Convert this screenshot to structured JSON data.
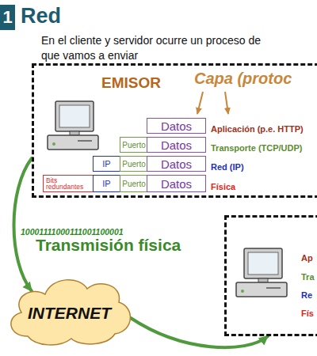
{
  "diagram": {
    "title": "Red",
    "nodes": [
      {
        "text": [
          "1"
        ]
      },
      {
        "text": [
          "EMISOR",
          "Capa (protoc",
          "Aplicación (p.e. HTTP)",
          "Transporte (TCP/UDP)",
          "Red (IP)",
          "Física"
        ]
      },
      {
        "text": [
          "Datos"
        ],
        "in": 1
      },
      {
        "text": [
          "Puerto"
        ],
        "in": 1
      },
      {
        "text": [
          "Datos"
        ],
        "in": 1
      },
      {
        "text": [
          "IP"
        ],
        "in": 1
      },
      {
        "text": [
          "Puerto"
        ],
        "in": 1
      },
      {
        "text": [
          "Datos"
        ],
        "in": 1
      },
      {
        "text": [
          "Bits redundantes"
        ],
        "in": 1
      },
      {
        "text": [
          "IP"
        ],
        "in": 1
      },
      {
        "text": [
          "Puerto"
        ],
        "in": 1
      },
      {
        "text": [
          "Datos"
        ],
        "in": 1
      },
      {
        "text": [
          "INTERNET"
        ]
      },
      {
        "text": [
          "Ap",
          "Tra",
          "Re",
          "Fís"
        ]
      }
    ],
    "edges": [
      {
        "from": 1,
        "to": 12,
        "arrow": "to"
      },
      {
        "from": 12,
        "to": 13,
        "arrow": "to"
      }
    ],
    "labels": [
      "En el cliente y servidor ocurre un proceso de",
      "que vamos a enviar",
      "10001111000111001100001",
      "Transmisión física"
    ]
  }
}
